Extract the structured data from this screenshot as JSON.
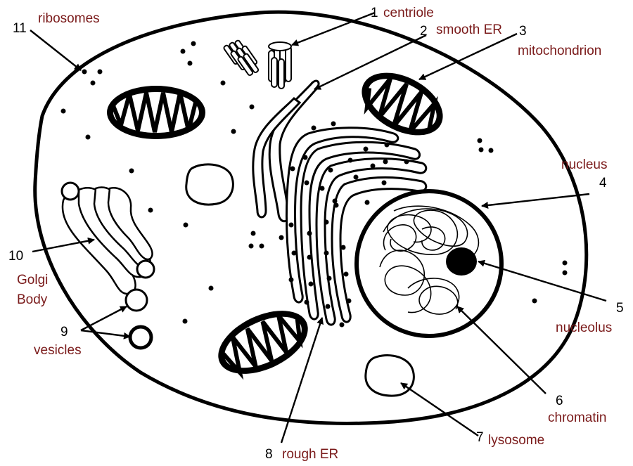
{
  "colors": {
    "label_text": "#7a1a1a",
    "number_text": "#000000",
    "line": "#000000",
    "background": "#ffffff"
  },
  "labels": {
    "centriole": {
      "number": "1",
      "name": "centriole"
    },
    "smooth_er": {
      "number": "2",
      "name": "smooth ER"
    },
    "mitochondrion": {
      "number": "3",
      "name": "mitochondrion"
    },
    "nucleus": {
      "number": "4",
      "name": "nucleus"
    },
    "nucleolus": {
      "number": "5",
      "name": "nucleolus"
    },
    "chromatin": {
      "number": "6",
      "name": "chromatin"
    },
    "lysosome": {
      "number": "7",
      "name": "lysosome"
    },
    "rough_er": {
      "number": "8",
      "name": "rough ER"
    },
    "vesicles": {
      "number": "9",
      "name": "vesicles"
    },
    "golgi_body": {
      "number": "10",
      "name_line1": "Golgi",
      "name_line2": "Body"
    },
    "ribosomes": {
      "number": "11",
      "name": "ribosomes"
    }
  }
}
